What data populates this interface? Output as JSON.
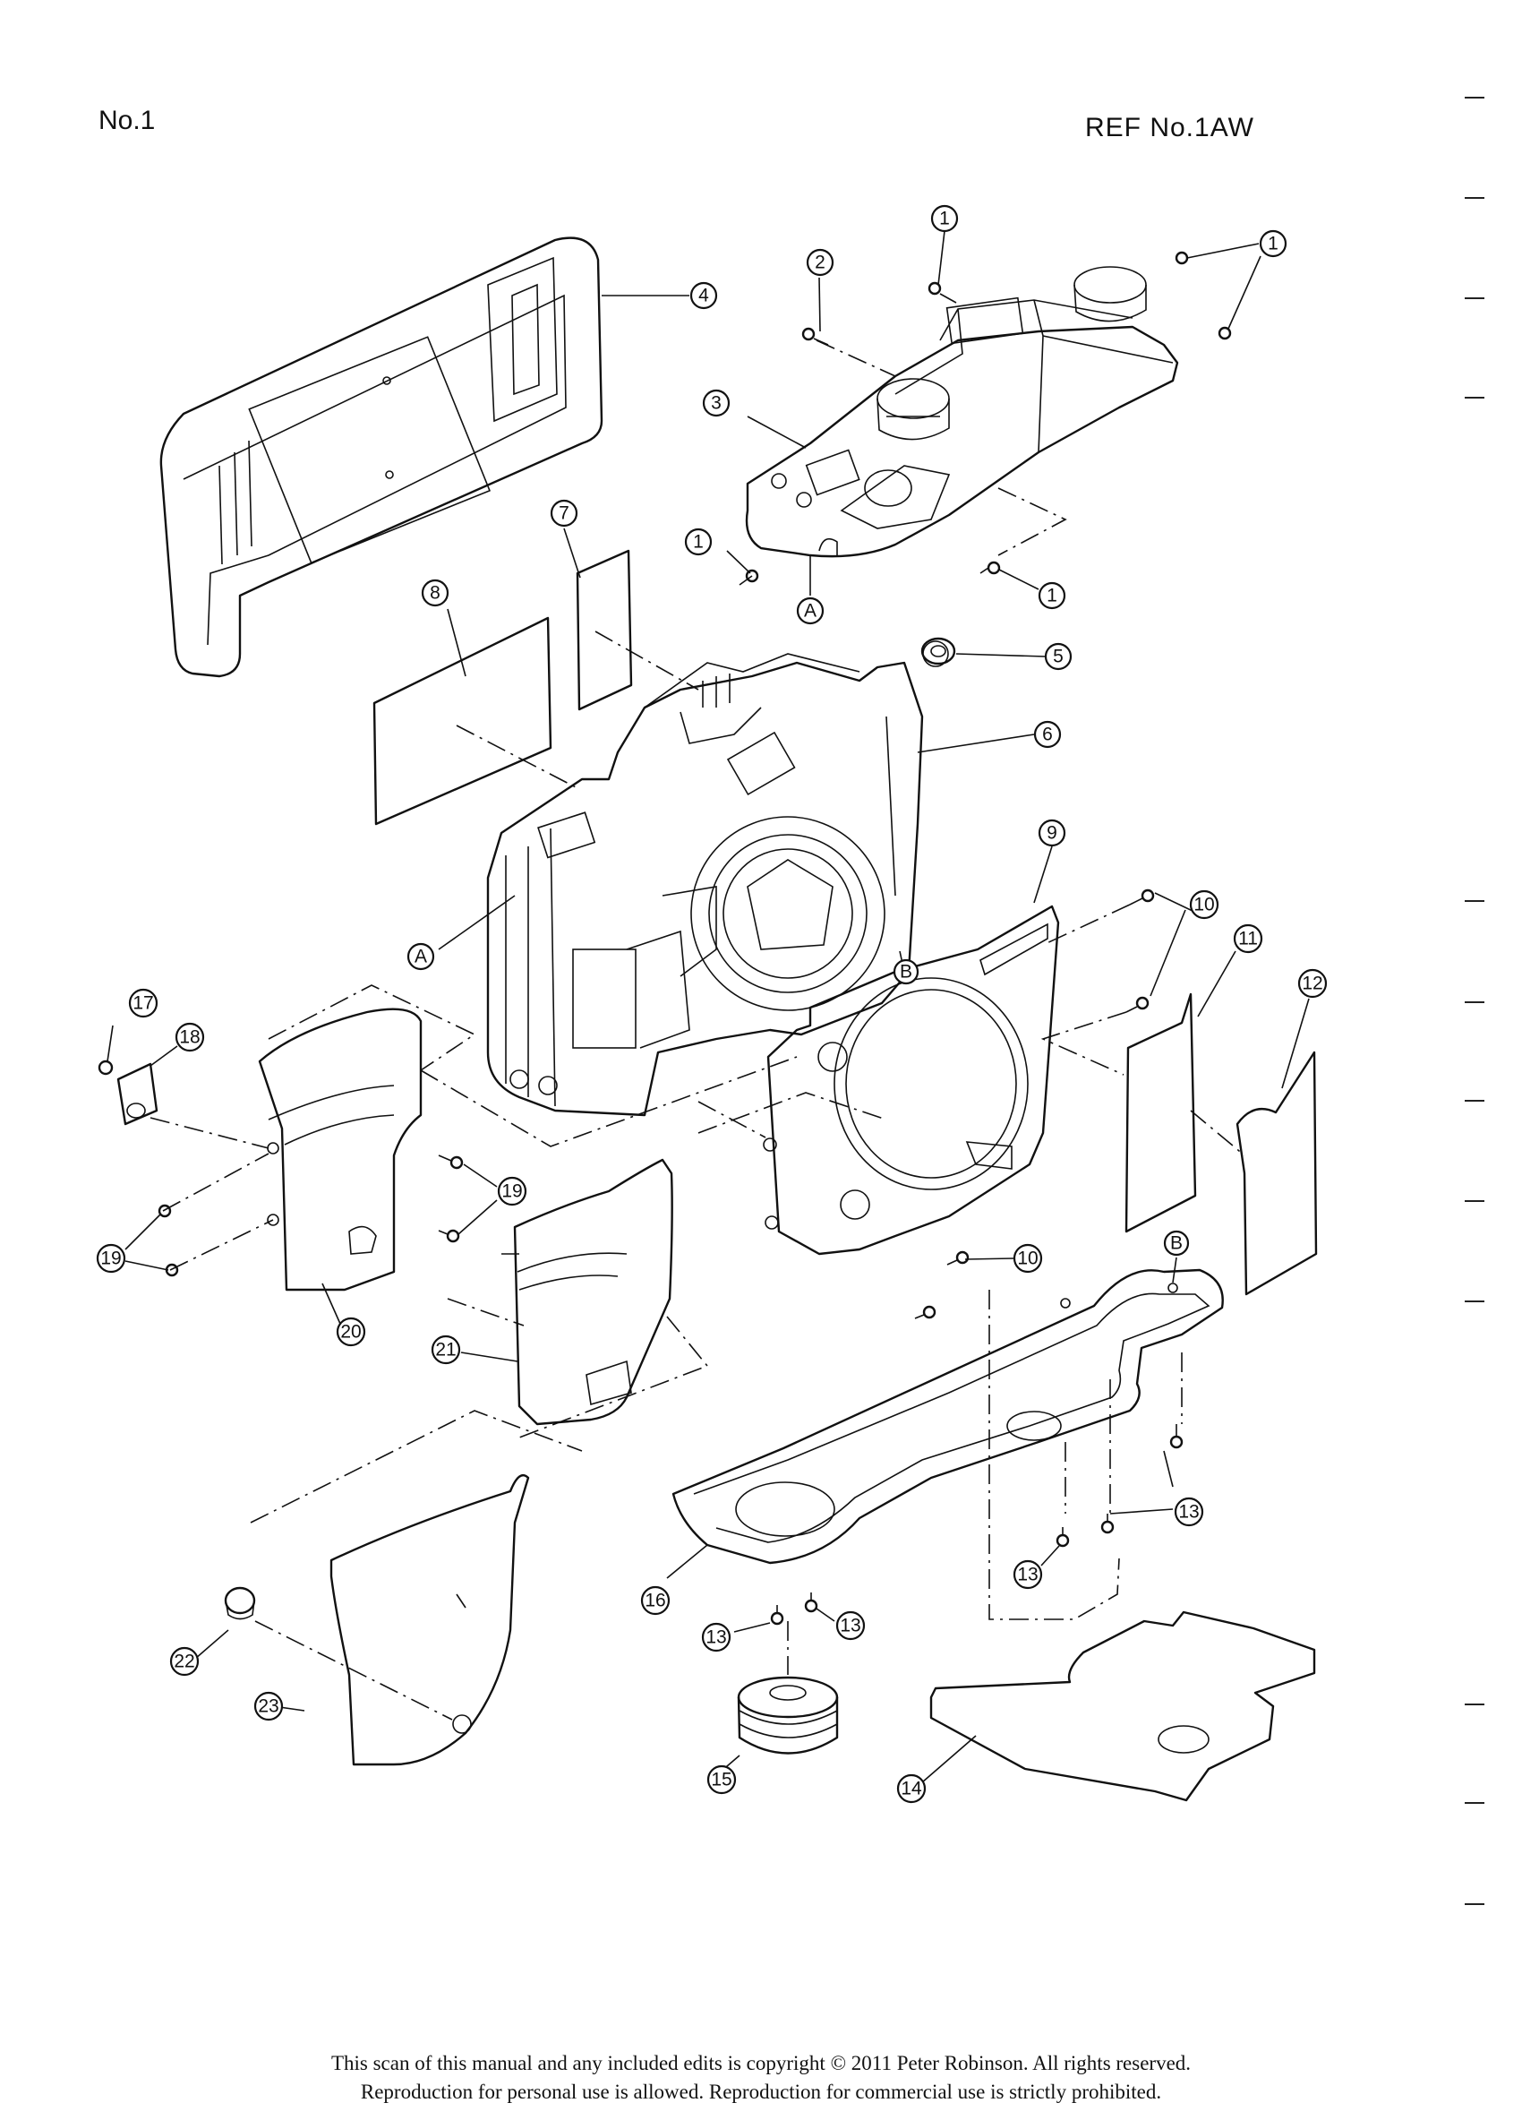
{
  "header": {
    "page_number": "No.1",
    "reference": "REF No.1AW"
  },
  "callouts": [
    {
      "id": "c1a",
      "label": "1"
    },
    {
      "id": "c1b",
      "label": "1"
    },
    {
      "id": "c1c",
      "label": "1"
    },
    {
      "id": "c1d",
      "label": "1"
    },
    {
      "id": "c2",
      "label": "2"
    },
    {
      "id": "c3",
      "label": "3"
    },
    {
      "id": "c4",
      "label": "4"
    },
    {
      "id": "cA1",
      "label": "A"
    },
    {
      "id": "c5",
      "label": "5"
    },
    {
      "id": "c6",
      "label": "6"
    },
    {
      "id": "c7",
      "label": "7"
    },
    {
      "id": "c8",
      "label": "8"
    },
    {
      "id": "c9",
      "label": "9"
    },
    {
      "id": "c10a",
      "label": "10"
    },
    {
      "id": "c10b",
      "label": "10"
    },
    {
      "id": "c11",
      "label": "11"
    },
    {
      "id": "c12",
      "label": "12"
    },
    {
      "id": "cA2",
      "label": "A"
    },
    {
      "id": "cB1",
      "label": "B"
    },
    {
      "id": "cB2",
      "label": "B"
    },
    {
      "id": "c17",
      "label": "17"
    },
    {
      "id": "c18",
      "label": "18"
    },
    {
      "id": "c19a",
      "label": "19"
    },
    {
      "id": "c19b",
      "label": "19"
    },
    {
      "id": "c20",
      "label": "20"
    },
    {
      "id": "c21",
      "label": "21"
    },
    {
      "id": "c13a",
      "label": "13"
    },
    {
      "id": "c13b",
      "label": "13"
    },
    {
      "id": "c13c",
      "label": "13"
    },
    {
      "id": "c13d",
      "label": "13"
    },
    {
      "id": "c16",
      "label": "16"
    },
    {
      "id": "c15",
      "label": "15"
    },
    {
      "id": "c14",
      "label": "14"
    },
    {
      "id": "c22",
      "label": "22"
    },
    {
      "id": "c23",
      "label": "23"
    }
  ],
  "footer": {
    "line1": "This scan of this manual and any included edits is copyright © 2011 Peter Robinson. All rights reserved.",
    "line2": "Reproduction for personal use is allowed. Reproduction for commercial use is strictly prohibited."
  }
}
